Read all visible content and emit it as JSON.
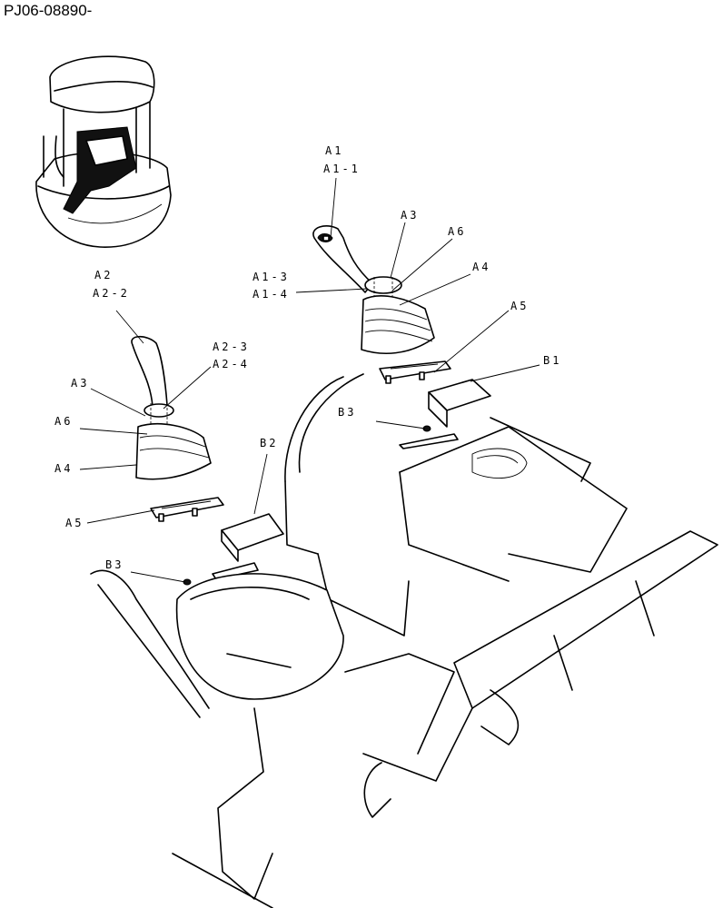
{
  "figure_id": "PJ06-08890-",
  "labels": {
    "a1": "A1",
    "a1_1": "A1-1",
    "a1_3": "A1-3",
    "a1_4": "A1-4",
    "a3_right": "A3",
    "a6_right": "A6",
    "a4_right": "A4",
    "a5_right": "A5",
    "b1": "B1",
    "b3_right": "B3",
    "a2": "A2",
    "a2_2": "A2-2",
    "a2_3": "A2-3",
    "a2_4": "A2-4",
    "a3_left": "A3",
    "a6_left": "A6",
    "a4_left": "A4",
    "a5_left": "A5",
    "b2": "B2",
    "b3_left": "B3"
  }
}
